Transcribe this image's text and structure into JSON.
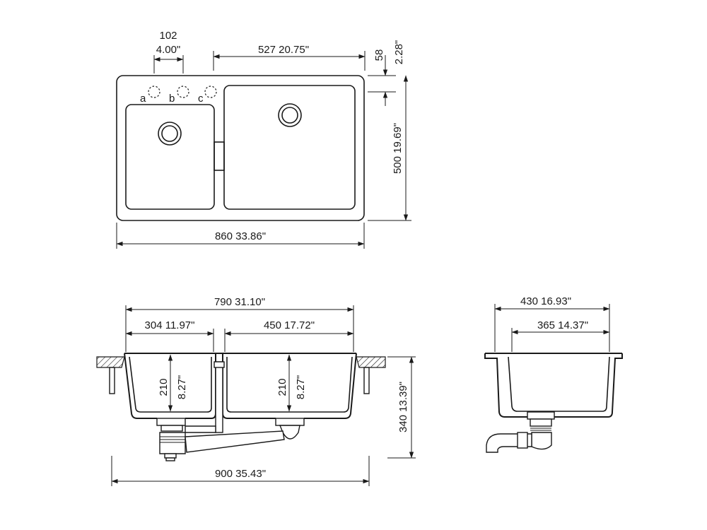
{
  "drawing": {
    "top_view": {
      "dim_top_left": {
        "mm": "102",
        "inch": "4.00\""
      },
      "dim_top_main": {
        "mm": "527",
        "inch": "20.75\""
      },
      "dim_right_small": {
        "mm": "58",
        "inch": "2.28\""
      },
      "dim_right_height": {
        "mm": "500",
        "inch": "19.69\""
      },
      "dim_bottom_width": {
        "mm": "860",
        "inch": "33.86\""
      },
      "tap_holes": [
        "a",
        "b",
        "c"
      ]
    },
    "front_view": {
      "dim_inner_width": {
        "mm": "790",
        "inch": "31.10\""
      },
      "dim_left_bowl": {
        "mm": "304",
        "inch": "11.97\""
      },
      "dim_right_bowl": {
        "mm": "450",
        "inch": "17.72\""
      },
      "dim_depth_left": {
        "mm": "210",
        "inch": "8.27\""
      },
      "dim_depth_right": {
        "mm": "210",
        "inch": "8.27\""
      },
      "dim_total_height": {
        "mm": "340",
        "inch": "13.39\""
      },
      "dim_cabinet_width": {
        "mm": "900",
        "inch": "35.43\""
      }
    },
    "side_view": {
      "dim_outer": {
        "mm": "430",
        "inch": "16.93\""
      },
      "dim_inner": {
        "mm": "365",
        "inch": "14.37\""
      }
    }
  }
}
